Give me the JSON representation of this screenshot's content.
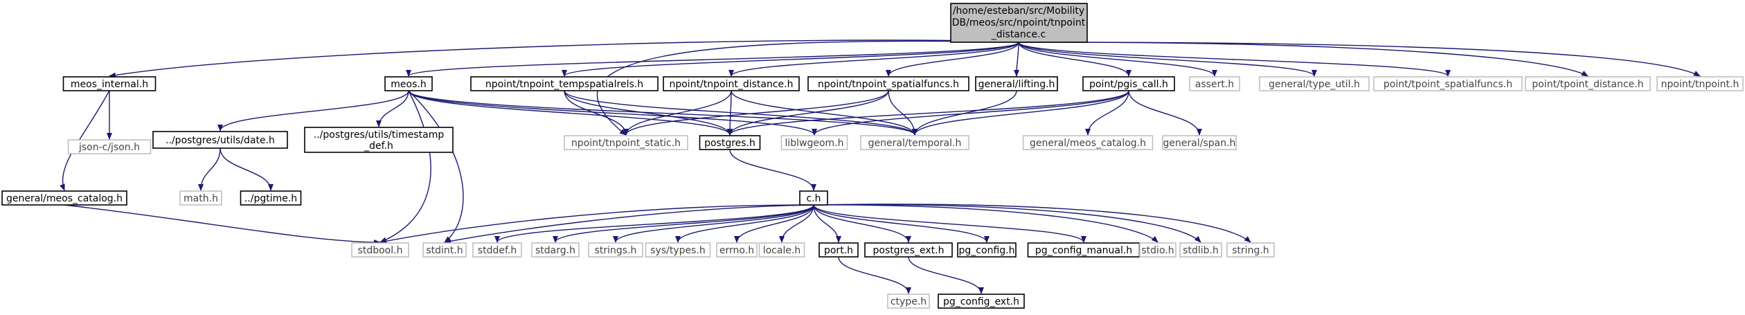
{
  "colors": {
    "edge": "#191970",
    "root_fill": "#bfbfbf",
    "root_border": "#000000",
    "documented_border": "#000000",
    "undocumented_border": "#bfbfbf",
    "background": "#ffffff"
  },
  "root": {
    "label_lines": [
      "/home/esteban/src/Mobility",
      "DB/meos/src/npoint/tnpoint",
      "_distance.c"
    ]
  },
  "nodes": [
    {
      "id": "meos_internal",
      "lines": [
        "meos_internal.h"
      ],
      "kind": "documented"
    },
    {
      "id": "json",
      "lines": [
        "json-c/json.h"
      ],
      "kind": "undocumented"
    },
    {
      "id": "meos_catalog_left",
      "lines": [
        "general/meos_catalog.h"
      ],
      "kind": "documented"
    },
    {
      "id": "meos",
      "lines": [
        "meos.h"
      ],
      "kind": "documented"
    },
    {
      "id": "date",
      "lines": [
        "../postgres/utils/date.h"
      ],
      "kind": "documented"
    },
    {
      "id": "timestamp_def",
      "lines": [
        "../postgres/utils/timestamp",
        "_def.h"
      ],
      "kind": "documented"
    },
    {
      "id": "math",
      "lines": [
        "math.h"
      ],
      "kind": "undocumented"
    },
    {
      "id": "pgtime",
      "lines": [
        "../pgtime.h"
      ],
      "kind": "documented"
    },
    {
      "id": "tempspatialrels",
      "lines": [
        "npoint/tnpoint_tempspatialrels.h"
      ],
      "kind": "documented"
    },
    {
      "id": "tnpoint_distance_h",
      "lines": [
        "npoint/tnpoint_distance.h"
      ],
      "kind": "documented"
    },
    {
      "id": "spatialfuncs",
      "lines": [
        "npoint/tnpoint_spatialfuncs.h"
      ],
      "kind": "documented"
    },
    {
      "id": "lifting",
      "lines": [
        "general/lifting.h"
      ],
      "kind": "documented"
    },
    {
      "id": "pgis_call",
      "lines": [
        "point/pgis_call.h"
      ],
      "kind": "documented"
    },
    {
      "id": "assert",
      "lines": [
        "assert.h"
      ],
      "kind": "undocumented"
    },
    {
      "id": "type_util",
      "lines": [
        "general/type_util.h"
      ],
      "kind": "undocumented"
    },
    {
      "id": "tpoint_spatialfuncs",
      "lines": [
        "point/tpoint_spatialfuncs.h"
      ],
      "kind": "undocumented"
    },
    {
      "id": "tpoint_distance",
      "lines": [
        "point/tpoint_distance.h"
      ],
      "kind": "undocumented"
    },
    {
      "id": "tnpoint_h",
      "lines": [
        "npoint/tnpoint.h"
      ],
      "kind": "undocumented"
    },
    {
      "id": "tnpoint_static",
      "lines": [
        "npoint/tnpoint_static.h"
      ],
      "kind": "undocumented"
    },
    {
      "id": "postgres",
      "lines": [
        "postgres.h"
      ],
      "kind": "documented"
    },
    {
      "id": "liblwgeom",
      "lines": [
        "liblwgeom.h"
      ],
      "kind": "undocumented"
    },
    {
      "id": "temporal",
      "lines": [
        "general/temporal.h"
      ],
      "kind": "undocumented"
    },
    {
      "id": "meos_catalog_right",
      "lines": [
        "general/meos_catalog.h"
      ],
      "kind": "undocumented"
    },
    {
      "id": "span",
      "lines": [
        "general/span.h"
      ],
      "kind": "undocumented"
    },
    {
      "id": "c",
      "lines": [
        "c.h"
      ],
      "kind": "documented"
    },
    {
      "id": "stdbool",
      "lines": [
        "stdbool.h"
      ],
      "kind": "undocumented"
    },
    {
      "id": "stdint",
      "lines": [
        "stdint.h"
      ],
      "kind": "undocumented"
    },
    {
      "id": "stddef",
      "lines": [
        "stddef.h"
      ],
      "kind": "undocumented"
    },
    {
      "id": "stdarg",
      "lines": [
        "stdarg.h"
      ],
      "kind": "undocumented"
    },
    {
      "id": "strings",
      "lines": [
        "strings.h"
      ],
      "kind": "undocumented"
    },
    {
      "id": "systypes",
      "lines": [
        "sys/types.h"
      ],
      "kind": "undocumented"
    },
    {
      "id": "errno",
      "lines": [
        "errno.h"
      ],
      "kind": "undocumented"
    },
    {
      "id": "locale",
      "lines": [
        "locale.h"
      ],
      "kind": "undocumented"
    },
    {
      "id": "port",
      "lines": [
        "port.h"
      ],
      "kind": "documented"
    },
    {
      "id": "postgres_ext",
      "lines": [
        "postgres_ext.h"
      ],
      "kind": "documented"
    },
    {
      "id": "pg_config",
      "lines": [
        "pg_config.h"
      ],
      "kind": "documented"
    },
    {
      "id": "pg_config_manual",
      "lines": [
        "pg_config_manual.h"
      ],
      "kind": "documented"
    },
    {
      "id": "stdio",
      "lines": [
        "stdio.h"
      ],
      "kind": "undocumented"
    },
    {
      "id": "stdlib",
      "lines": [
        "stdlib.h"
      ],
      "kind": "undocumented"
    },
    {
      "id": "string",
      "lines": [
        "string.h"
      ],
      "kind": "undocumented"
    },
    {
      "id": "ctype",
      "lines": [
        "ctype.h"
      ],
      "kind": "undocumented"
    },
    {
      "id": "pg_config_ext",
      "lines": [
        "pg_config_ext.h"
      ],
      "kind": "documented"
    }
  ],
  "edges": [
    [
      "root",
      "meos_internal"
    ],
    [
      "root",
      "meos"
    ],
    [
      "root",
      "tempspatialrels"
    ],
    [
      "root",
      "tnpoint_distance_h"
    ],
    [
      "root",
      "spatialfuncs"
    ],
    [
      "root",
      "lifting"
    ],
    [
      "root",
      "pgis_call"
    ],
    [
      "root",
      "assert"
    ],
    [
      "root",
      "type_util"
    ],
    [
      "root",
      "tpoint_spatialfuncs"
    ],
    [
      "root",
      "tpoint_distance"
    ],
    [
      "root",
      "tnpoint_h"
    ],
    [
      "root",
      "tnpoint_static"
    ],
    [
      "meos_internal",
      "json"
    ],
    [
      "meos_internal",
      "meos_catalog_left"
    ],
    [
      "meos_catalog_left",
      "stdbool"
    ],
    [
      "meos",
      "date"
    ],
    [
      "meos",
      "timestamp_def"
    ],
    [
      "meos",
      "stdbool"
    ],
    [
      "meos",
      "stdint"
    ],
    [
      "meos",
      "postgres"
    ],
    [
      "meos",
      "liblwgeom"
    ],
    [
      "meos",
      "temporal"
    ],
    [
      "date",
      "math"
    ],
    [
      "date",
      "pgtime"
    ],
    [
      "tempspatialrels",
      "tnpoint_static"
    ],
    [
      "tempspatialrels",
      "postgres"
    ],
    [
      "tempspatialrels",
      "temporal"
    ],
    [
      "tnpoint_distance_h",
      "tnpoint_static"
    ],
    [
      "tnpoint_distance_h",
      "postgres"
    ],
    [
      "tnpoint_distance_h",
      "temporal"
    ],
    [
      "spatialfuncs",
      "tnpoint_static"
    ],
    [
      "spatialfuncs",
      "postgres"
    ],
    [
      "spatialfuncs",
      "temporal"
    ],
    [
      "lifting",
      "temporal"
    ],
    [
      "pgis_call",
      "postgres"
    ],
    [
      "pgis_call",
      "liblwgeom"
    ],
    [
      "pgis_call",
      "temporal"
    ],
    [
      "pgis_call",
      "meos_catalog_right"
    ],
    [
      "pgis_call",
      "span"
    ],
    [
      "postgres",
      "c"
    ],
    [
      "c",
      "stdbool"
    ],
    [
      "c",
      "stdint"
    ],
    [
      "c",
      "stddef"
    ],
    [
      "c",
      "stdarg"
    ],
    [
      "c",
      "strings"
    ],
    [
      "c",
      "systypes"
    ],
    [
      "c",
      "errno"
    ],
    [
      "c",
      "locale"
    ],
    [
      "c",
      "port"
    ],
    [
      "c",
      "postgres_ext"
    ],
    [
      "c",
      "pg_config"
    ],
    [
      "c",
      "pg_config_manual"
    ],
    [
      "c",
      "stdio"
    ],
    [
      "c",
      "stdlib"
    ],
    [
      "c",
      "string"
    ],
    [
      "port",
      "ctype"
    ],
    [
      "postgres_ext",
      "pg_config_ext"
    ]
  ]
}
